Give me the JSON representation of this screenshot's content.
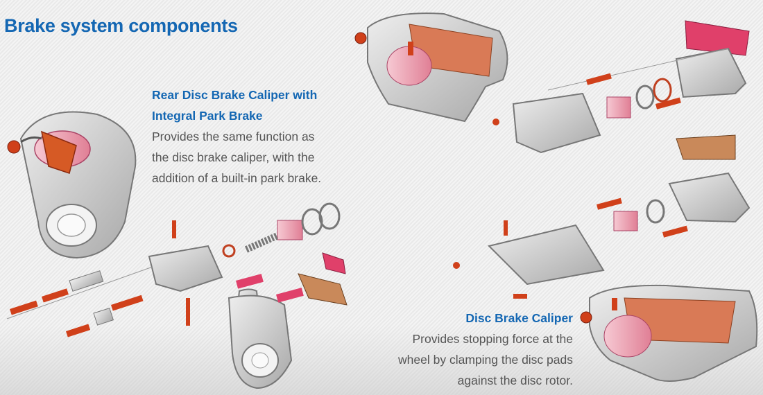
{
  "page": {
    "title": "Brake system components"
  },
  "rear_caliper": {
    "title_line1": "Rear Disc Brake Caliper with",
    "title_line2": "Integral Park Brake",
    "desc_line1": "Provides the same function as",
    "desc_line2": "the disc brake caliper, with the",
    "desc_line3": "addition of a built-in park brake."
  },
  "disc_caliper": {
    "title": "Disc Brake Caliper",
    "desc_line1": "Provides stopping force at the",
    "desc_line2": "wheel by clamping the disc pads",
    "desc_line3": "against the disc rotor."
  },
  "colors": {
    "heading_blue": "#1467b3",
    "metal": "#c9c9c9",
    "metal_dark": "#8f8f8f",
    "red_part": "#d0401a",
    "pink_part": "#e0406a",
    "pad_tan": "#c9895a"
  },
  "icons": [
    "rear-caliper-assembly-illustration",
    "rear-caliper-exploded-illustration",
    "disc-caliper-assembly-illustration",
    "disc-caliper-exploded-illustration"
  ]
}
